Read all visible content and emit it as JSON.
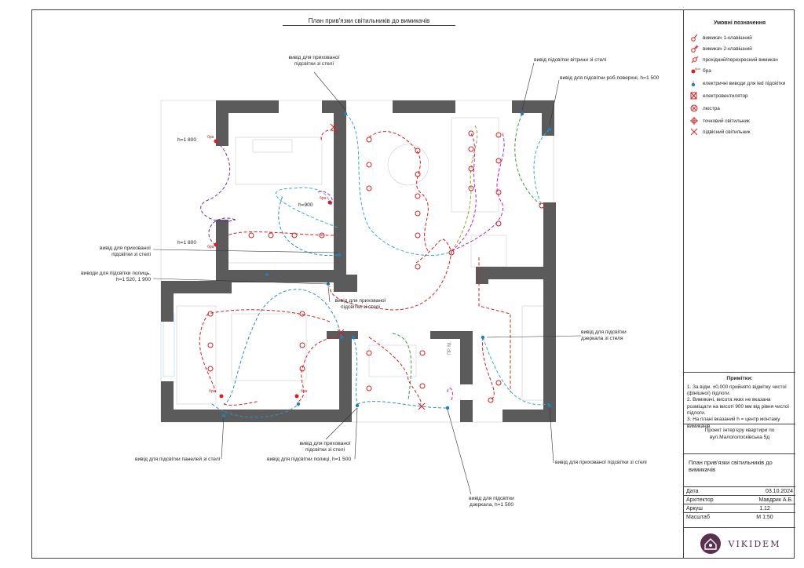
{
  "plan_title": "План прив'язки світильників до вимикачів",
  "legend": {
    "title": "Умовні позначення",
    "items": [
      {
        "label": "вимикач 1-клавішний",
        "icon": "switch-1-icon",
        "color": "#d62020"
      },
      {
        "label": "вимикач 2-клавішний",
        "icon": "switch-2-icon",
        "color": "#d62020"
      },
      {
        "label": "прохідний/перехресний вимикач",
        "icon": "switch-pass-icon",
        "color": "#d62020"
      },
      {
        "label": "бра",
        "icon": "sconce-icon",
        "color": "#d62020",
        "tag": "бра"
      },
      {
        "label": "електричні виводи для led підсвітки",
        "icon": "led-outlet-icon",
        "color": "#1e7fc0"
      },
      {
        "label": "електровентилятор",
        "icon": "fan-icon",
        "color": "#d62020"
      },
      {
        "label": "люстра",
        "icon": "chandelier-icon",
        "color": "#d62020"
      },
      {
        "label": "точковий світильник",
        "icon": "spotlight-icon",
        "color": "#d62020"
      },
      {
        "label": "підвісний світильник",
        "icon": "pendant-icon",
        "color": "#d62020"
      }
    ]
  },
  "annotations": {
    "hidden_ceiling_1": "вивід для прихованої\nпідсвітки зі стелі",
    "showcase": "вивід підсвітки вітрини зі стелі",
    "worktop": "вивід для підсвітки роб.поверхні, h=1 500",
    "h1800_top": "h=1 800",
    "h900": "h=900",
    "h1800_mid": "h=1 800",
    "hidden_ceiling_2": "вивід для прихованої\nпідсвітки зі стелі",
    "shelf_leds": "виводи для підсвітки полиць,\nh=1 520, 1 900",
    "hidden_ceiling_3": "вивід для прихованої\nпідсвітки зі стелі",
    "mirror_ceiling": "вивід для підсвітки\nдзеркала зі стеля",
    "hidden_ceiling_4": "вивід для прихованої\nпідсвітки зі стелі",
    "panels": "вивід для підсвітки панелей зі стелі",
    "shelf_1500": "вивід для підсвітки полиці, h=1 500",
    "hidden_ceiling_5": "вивід для прихованої підсвітки зі стелі",
    "mirror_1500": "вивід для підсвітки\nдзеркала, h=1 500",
    "room_label": "ПР. М."
  },
  "remarks": {
    "title": "Примітки:",
    "lines": [
      "1. За відм. ±0,000 прийнято відмітку чистої (фінішної) підлоги.",
      "2. Вимикачі, висота яких не вказана розміщати на висоті 900 мм від рівня чистої підлоги.",
      "3. На плані вказаний h = центр монтажу вимикачів."
    ]
  },
  "project": "Проект інтер'єру квартири по вул.Малоголосківська 5д",
  "sheet_title": "План прив'язки світильників до вимикачів",
  "title_block": [
    {
      "label": "Дата",
      "value": "03.10.2024"
    },
    {
      "label": "Архітектор",
      "value": "Мавдрик А.Б."
    },
    {
      "label": "Аркуш",
      "value": "1.12"
    },
    {
      "label": "Масштаб",
      "value": "М 1:50"
    }
  ],
  "brand": "VIKIDEM",
  "colors": {
    "wall": "#5b5b5b",
    "light": "#d62020",
    "blue": "#2a8fc8",
    "cyan": "#38a9d8",
    "purple": "#7030a0",
    "magenta": "#c020c0",
    "green": "#3a9a3a",
    "olive": "#a0a020",
    "brand": "#5a3050"
  }
}
